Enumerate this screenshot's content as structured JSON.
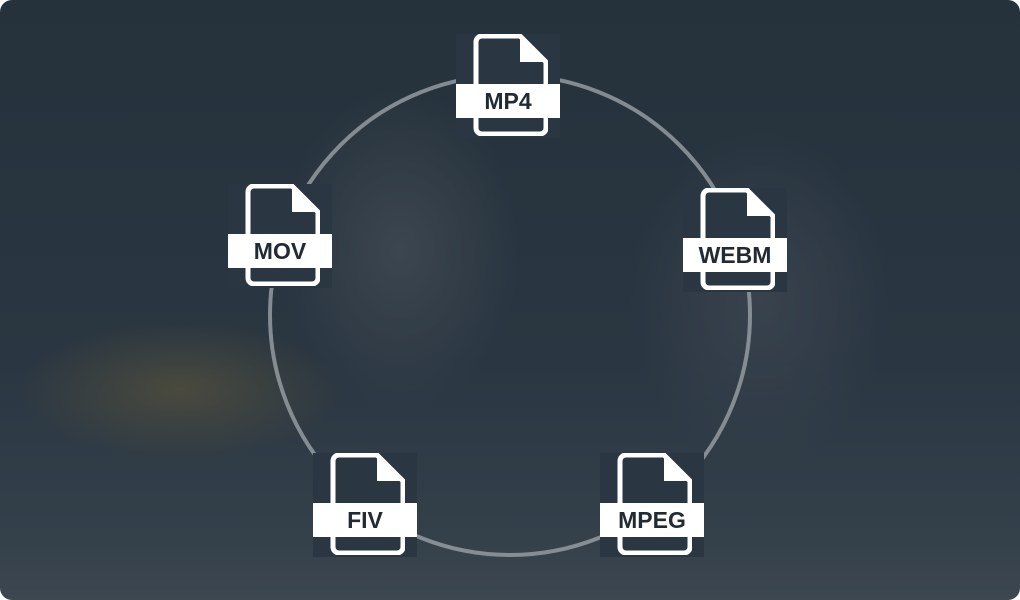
{
  "formats": [
    {
      "label": "MP4"
    },
    {
      "label": "WEBM"
    },
    {
      "label": "MPEG"
    },
    {
      "label": "FIV"
    },
    {
      "label": "MOV"
    }
  ],
  "colors": {
    "overlay": "#2a3641",
    "icon": "#ffffff",
    "label_text": "#222b33",
    "ring": "#9aa1a7"
  }
}
